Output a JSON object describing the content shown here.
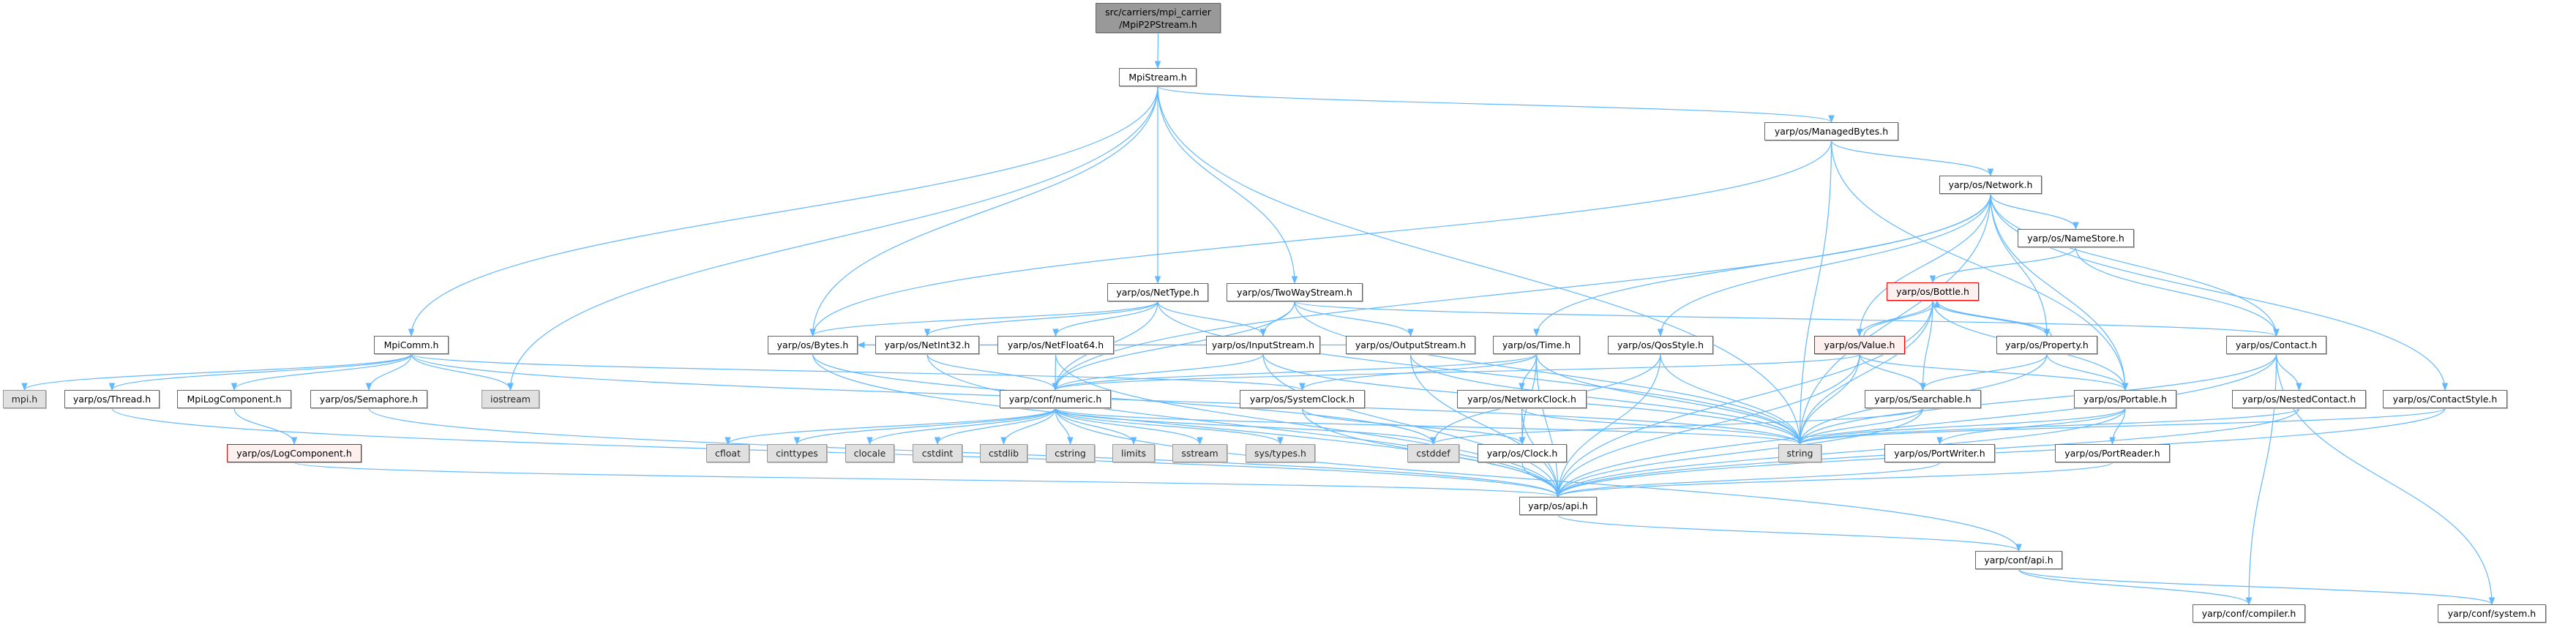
{
  "graph": {
    "edge_color": "#63b8ff",
    "nodes": {
      "root": {
        "label": "src/carriers/mpi_carrier\n/MpiP2PStream.h",
        "kind": "root"
      },
      "mpistream": {
        "label": "MpiStream.h",
        "kind": "normal"
      },
      "mpicomm": {
        "label": "MpiComm.h",
        "kind": "normal"
      },
      "mpi": {
        "label": "mpi.h",
        "kind": "external"
      },
      "thread": {
        "label": "yarp/os/Thread.h",
        "kind": "normal"
      },
      "mpilog": {
        "label": "MpiLogComponent.h",
        "kind": "normal"
      },
      "semaphore": {
        "label": "yarp/os/Semaphore.h",
        "kind": "normal"
      },
      "iostream": {
        "label": "iostream",
        "kind": "external"
      },
      "logcomp": {
        "label": "yarp/os/LogComponent.h",
        "kind": "highlight"
      },
      "bytes": {
        "label": "yarp/os/Bytes.h",
        "kind": "normal"
      },
      "netint32": {
        "label": "yarp/os/NetInt32.h",
        "kind": "normal"
      },
      "netfloat64": {
        "label": "yarp/os/NetFloat64.h",
        "kind": "normal"
      },
      "nettype": {
        "label": "yarp/os/NetType.h",
        "kind": "normal"
      },
      "twoway": {
        "label": "yarp/os/TwoWayStream.h",
        "kind": "normal"
      },
      "inputstream": {
        "label": "yarp/os/InputStream.h",
        "kind": "normal"
      },
      "outputstream": {
        "label": "yarp/os/OutputStream.h",
        "kind": "normal"
      },
      "time": {
        "label": "yarp/os/Time.h",
        "kind": "normal"
      },
      "qos": {
        "label": "yarp/os/QosStyle.h",
        "kind": "normal"
      },
      "numeric": {
        "label": "yarp/conf/numeric.h",
        "kind": "normal"
      },
      "systemclock": {
        "label": "yarp/os/SystemClock.h",
        "kind": "normal"
      },
      "networkclock": {
        "label": "yarp/os/NetworkClock.h",
        "kind": "normal"
      },
      "cfloat": {
        "label": "cfloat",
        "kind": "external"
      },
      "cinttypes": {
        "label": "cinttypes",
        "kind": "external"
      },
      "clocale": {
        "label": "clocale",
        "kind": "external"
      },
      "cstdint": {
        "label": "cstdint",
        "kind": "external"
      },
      "cstdlib": {
        "label": "cstdlib",
        "kind": "external"
      },
      "cstring": {
        "label": "cstring",
        "kind": "external"
      },
      "limits": {
        "label": "limits",
        "kind": "external"
      },
      "sstream": {
        "label": "sstream",
        "kind": "external"
      },
      "systypes": {
        "label": "sys/types.h",
        "kind": "external"
      },
      "cstddef": {
        "label": "cstddef",
        "kind": "external"
      },
      "clock": {
        "label": "yarp/os/Clock.h",
        "kind": "normal"
      },
      "string": {
        "label": "string",
        "kind": "external"
      },
      "osapi": {
        "label": "yarp/os/api.h",
        "kind": "normal"
      },
      "managedbytes": {
        "label": "yarp/os/ManagedBytes.h",
        "kind": "normal"
      },
      "network": {
        "label": "yarp/os/Network.h",
        "kind": "normal"
      },
      "namestore": {
        "label": "yarp/os/NameStore.h",
        "kind": "normal"
      },
      "bottle": {
        "label": "yarp/os/Bottle.h",
        "kind": "highlight"
      },
      "value": {
        "label": "yarp/os/Value.h",
        "kind": "highlight"
      },
      "property": {
        "label": "yarp/os/Property.h",
        "kind": "normal"
      },
      "contact": {
        "label": "yarp/os/Contact.h",
        "kind": "normal"
      },
      "searchable": {
        "label": "yarp/os/Searchable.h",
        "kind": "normal"
      },
      "portable": {
        "label": "yarp/os/Portable.h",
        "kind": "normal"
      },
      "nestedcontact": {
        "label": "yarp/os/NestedContact.h",
        "kind": "normal"
      },
      "contactstyle": {
        "label": "yarp/os/ContactStyle.h",
        "kind": "normal"
      },
      "portwriter": {
        "label": "yarp/os/PortWriter.h",
        "kind": "normal"
      },
      "portreader": {
        "label": "yarp/os/PortReader.h",
        "kind": "normal"
      },
      "confapi": {
        "label": "yarp/conf/api.h",
        "kind": "normal"
      },
      "compiler": {
        "label": "yarp/conf/compiler.h",
        "kind": "normal"
      },
      "system": {
        "label": "yarp/conf/system.h",
        "kind": "normal"
      }
    },
    "edges": [
      [
        "root",
        "mpistream"
      ],
      [
        "mpistream",
        "mpicomm"
      ],
      [
        "mpistream",
        "iostream"
      ],
      [
        "mpistream",
        "bytes"
      ],
      [
        "mpistream",
        "nettype"
      ],
      [
        "mpistream",
        "twoway"
      ],
      [
        "mpistream",
        "managedbytes"
      ],
      [
        "mpistream",
        "string"
      ],
      [
        "mpicomm",
        "mpi"
      ],
      [
        "mpicomm",
        "thread"
      ],
      [
        "mpicomm",
        "mpilog"
      ],
      [
        "mpicomm",
        "semaphore"
      ],
      [
        "mpicomm",
        "iostream"
      ],
      [
        "mpicomm",
        "systemclock"
      ],
      [
        "mpicomm",
        "string"
      ],
      [
        "thread",
        "osapi"
      ],
      [
        "mpilog",
        "logcomp"
      ],
      [
        "logcomp",
        "osapi"
      ],
      [
        "semaphore",
        "osapi"
      ],
      [
        "bytes",
        "osapi"
      ],
      [
        "bytes",
        "cstddef"
      ],
      [
        "nettype",
        "bytes"
      ],
      [
        "nettype",
        "netint32"
      ],
      [
        "nettype",
        "netfloat64"
      ],
      [
        "nettype",
        "inputstream"
      ],
      [
        "nettype",
        "numeric"
      ],
      [
        "nettype",
        "string"
      ],
      [
        "netint32",
        "numeric"
      ],
      [
        "netint32",
        "osapi"
      ],
      [
        "netfloat64",
        "numeric"
      ],
      [
        "netfloat64",
        "osapi"
      ],
      [
        "numeric",
        "cfloat"
      ],
      [
        "numeric",
        "cinttypes"
      ],
      [
        "numeric",
        "clocale"
      ],
      [
        "numeric",
        "cstdint"
      ],
      [
        "numeric",
        "cstdlib"
      ],
      [
        "numeric",
        "cstring"
      ],
      [
        "numeric",
        "limits"
      ],
      [
        "numeric",
        "sstream"
      ],
      [
        "numeric",
        "systypes"
      ],
      [
        "numeric",
        "cstddef"
      ],
      [
        "numeric",
        "string"
      ],
      [
        "numeric",
        "confapi"
      ],
      [
        "inputstream",
        "numeric"
      ],
      [
        "inputstream",
        "bytes"
      ],
      [
        "inputstream",
        "osapi"
      ],
      [
        "inputstream",
        "string"
      ],
      [
        "twoway",
        "inputstream"
      ],
      [
        "twoway",
        "outputstream"
      ],
      [
        "twoway",
        "contact"
      ],
      [
        "twoway",
        "numeric"
      ],
      [
        "twoway",
        "string"
      ],
      [
        "outputstream",
        "bytes"
      ],
      [
        "outputstream",
        "osapi"
      ],
      [
        "outputstream",
        "string"
      ],
      [
        "managedbytes",
        "bytes"
      ],
      [
        "managedbytes",
        "network"
      ],
      [
        "managedbytes",
        "portable"
      ],
      [
        "managedbytes",
        "string"
      ],
      [
        "network",
        "time"
      ],
      [
        "network",
        "qos"
      ],
      [
        "network",
        "namestore"
      ],
      [
        "network",
        "value"
      ],
      [
        "network",
        "property"
      ],
      [
        "network",
        "portable"
      ],
      [
        "network",
        "contact"
      ],
      [
        "network",
        "contactstyle"
      ],
      [
        "network",
        "string"
      ],
      [
        "network",
        "numeric"
      ],
      [
        "time",
        "numeric"
      ],
      [
        "time",
        "systemclock"
      ],
      [
        "time",
        "networkclock"
      ],
      [
        "time",
        "clock"
      ],
      [
        "time",
        "string"
      ],
      [
        "time",
        "osapi"
      ],
      [
        "networkclock",
        "clock"
      ],
      [
        "networkclock",
        "osapi"
      ],
      [
        "networkclock",
        "string"
      ],
      [
        "systemclock",
        "clock"
      ],
      [
        "systemclock",
        "osapi"
      ],
      [
        "clock",
        "osapi"
      ],
      [
        "qos",
        "string"
      ],
      [
        "qos",
        "osapi"
      ],
      [
        "qos",
        "cstddef"
      ],
      [
        "namestore",
        "bottle"
      ],
      [
        "namestore",
        "contact"
      ],
      [
        "bottle",
        "value"
      ],
      [
        "bottle",
        "searchable"
      ],
      [
        "bottle",
        "property"
      ],
      [
        "bottle",
        "portable"
      ],
      [
        "bottle",
        "string"
      ],
      [
        "bottle",
        "osapi"
      ],
      [
        "value",
        "bottle"
      ],
      [
        "value",
        "searchable"
      ],
      [
        "value",
        "portable"
      ],
      [
        "value",
        "string"
      ],
      [
        "value",
        "numeric"
      ],
      [
        "value",
        "osapi"
      ],
      [
        "property",
        "bottle"
      ],
      [
        "property",
        "searchable"
      ],
      [
        "property",
        "portable"
      ],
      [
        "property",
        "string"
      ],
      [
        "searchable",
        "string"
      ],
      [
        "searchable",
        "osapi"
      ],
      [
        "searchable",
        "cstddef"
      ],
      [
        "portable",
        "portwriter"
      ],
      [
        "portable",
        "portreader"
      ],
      [
        "portable",
        "osapi"
      ],
      [
        "portable",
        "string"
      ],
      [
        "contact",
        "nestedcontact"
      ],
      [
        "contact",
        "string"
      ],
      [
        "contact",
        "osapi"
      ],
      [
        "contact",
        "compiler"
      ],
      [
        "contact",
        "system"
      ],
      [
        "nestedcontact",
        "string"
      ],
      [
        "nestedcontact",
        "osapi"
      ],
      [
        "contactstyle",
        "string"
      ],
      [
        "contactstyle",
        "osapi"
      ],
      [
        "portwriter",
        "osapi"
      ],
      [
        "portreader",
        "osapi"
      ],
      [
        "osapi",
        "confapi"
      ],
      [
        "confapi",
        "compiler"
      ],
      [
        "confapi",
        "system"
      ]
    ]
  }
}
